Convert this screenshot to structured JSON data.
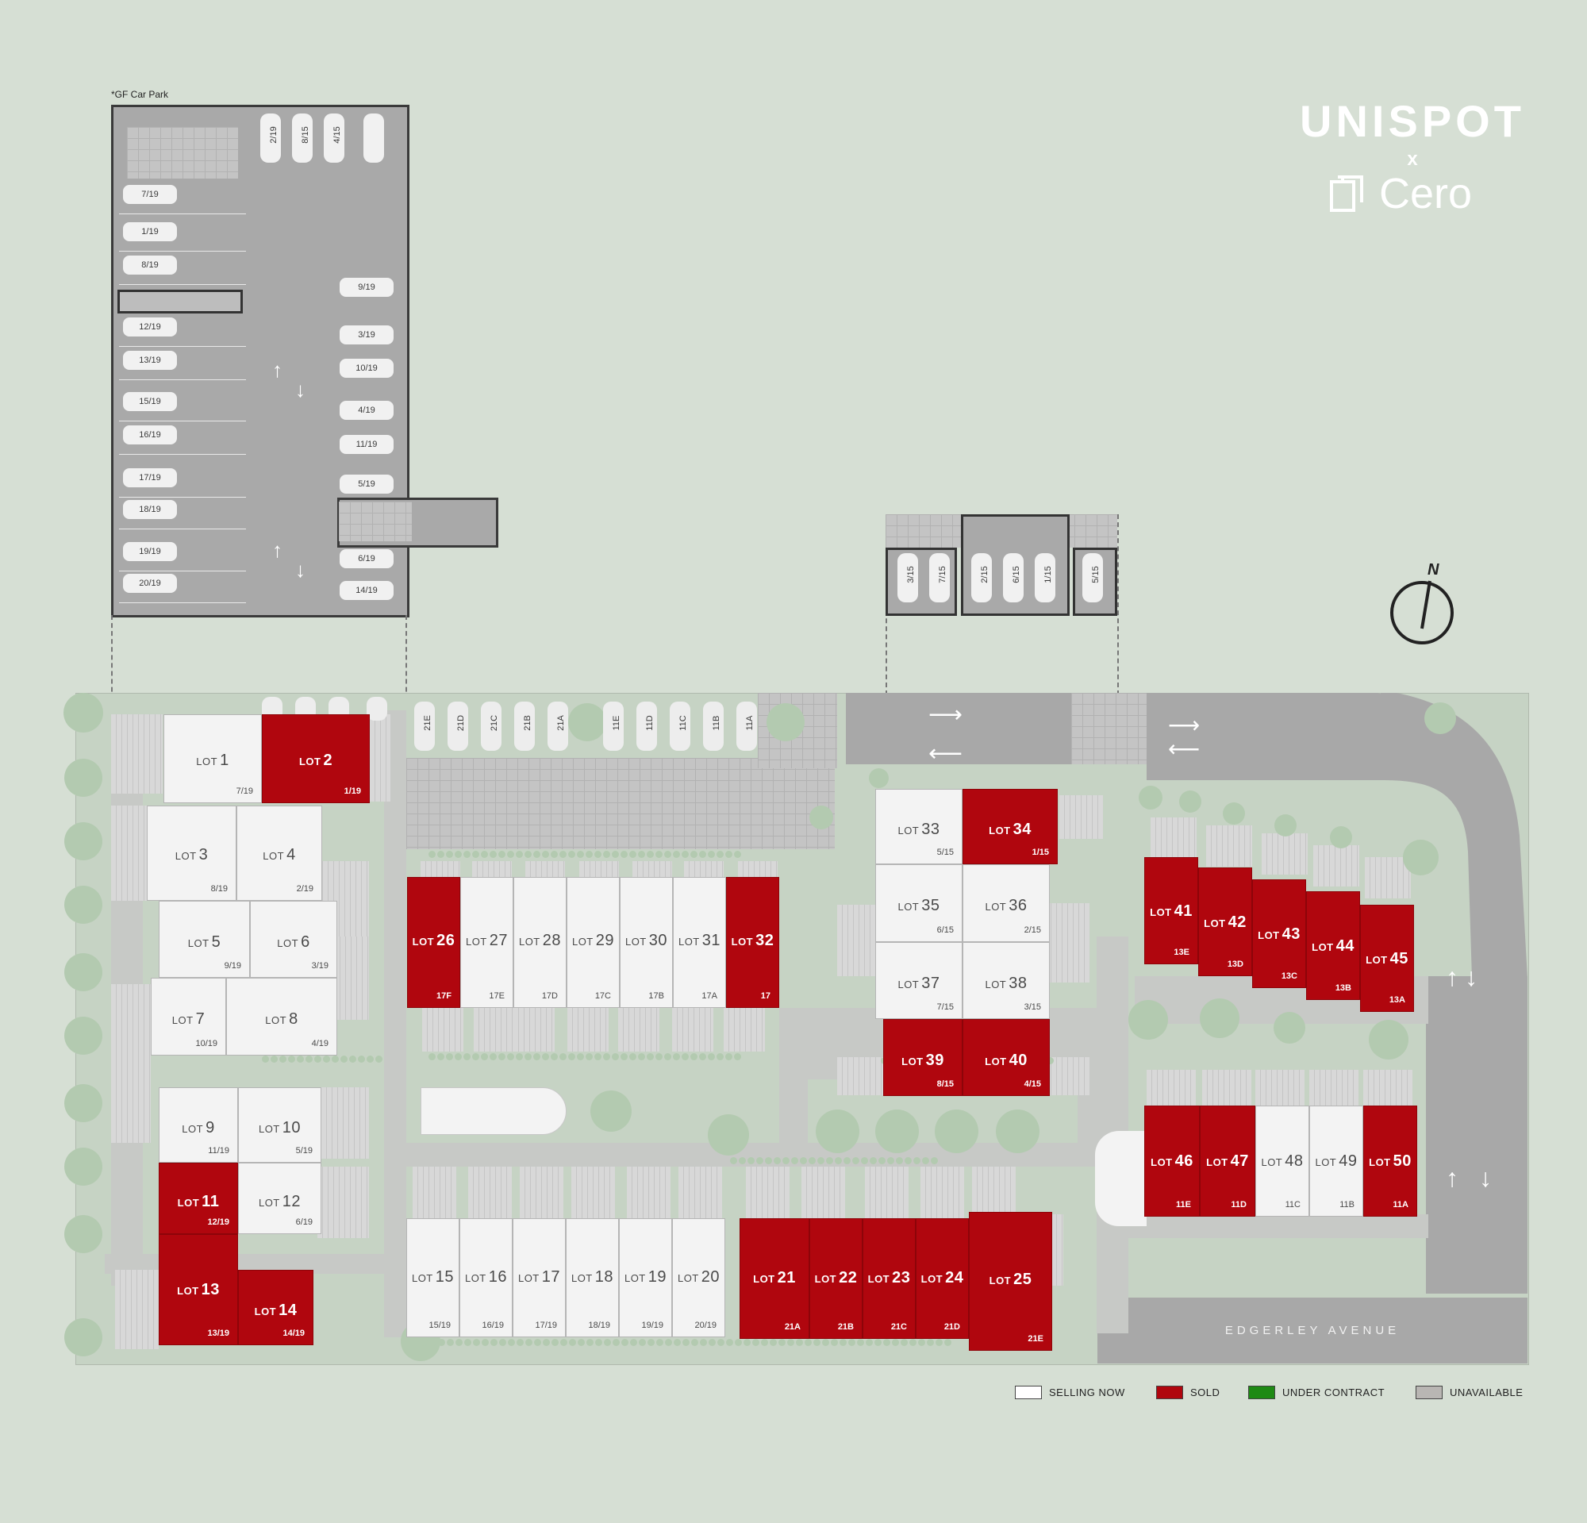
{
  "carpark_label": "*GF Car Park",
  "brand": {
    "name": "UNISPOT",
    "x": "x",
    "partner": "Cero"
  },
  "street": "EDGERLEY AVENUE",
  "north": "N",
  "legend": [
    {
      "label": "SELLING NOW",
      "color": "#ffffff"
    },
    {
      "label": "SOLD",
      "color": "#b0060e"
    },
    {
      "label": "UNDER CONTRACT",
      "color": "#1e8a14"
    },
    {
      "label": "UNAVAILABLE",
      "color": "#b9b6b3"
    }
  ],
  "colors": {
    "sold": "#b0060e",
    "selling": "#f3f3f3",
    "background": "#d6dfd4"
  },
  "lots": [
    {
      "name": "1",
      "sub": "7/19",
      "status": "selling"
    },
    {
      "name": "2",
      "sub": "1/19",
      "status": "sold"
    },
    {
      "name": "3",
      "sub": "8/19",
      "status": "selling"
    },
    {
      "name": "4",
      "sub": "2/19",
      "status": "selling"
    },
    {
      "name": "5",
      "sub": "9/19",
      "status": "selling"
    },
    {
      "name": "6",
      "sub": "3/19",
      "status": "selling"
    },
    {
      "name": "7",
      "sub": "10/19",
      "status": "selling"
    },
    {
      "name": "8",
      "sub": "4/19",
      "status": "selling"
    },
    {
      "name": "9",
      "sub": "11/19",
      "status": "selling"
    },
    {
      "name": "10",
      "sub": "5/19",
      "status": "selling"
    },
    {
      "name": "11",
      "sub": "12/19",
      "status": "sold"
    },
    {
      "name": "12",
      "sub": "6/19",
      "status": "selling"
    },
    {
      "name": "13",
      "sub": "13/19",
      "status": "sold"
    },
    {
      "name": "14",
      "sub": "14/19",
      "status": "sold"
    },
    {
      "name": "15",
      "sub": "15/19",
      "status": "selling"
    },
    {
      "name": "16",
      "sub": "16/19",
      "status": "selling"
    },
    {
      "name": "17",
      "sub": "17/19",
      "status": "selling"
    },
    {
      "name": "18",
      "sub": "18/19",
      "status": "selling"
    },
    {
      "name": "19",
      "sub": "19/19",
      "status": "selling"
    },
    {
      "name": "20",
      "sub": "20/19",
      "status": "selling"
    },
    {
      "name": "21",
      "sub": "21A",
      "status": "sold"
    },
    {
      "name": "22",
      "sub": "21B",
      "status": "sold"
    },
    {
      "name": "23",
      "sub": "21C",
      "status": "sold"
    },
    {
      "name": "24",
      "sub": "21D",
      "status": "sold"
    },
    {
      "name": "25",
      "sub": "21E",
      "status": "sold"
    },
    {
      "name": "26",
      "sub": "17F",
      "status": "sold"
    },
    {
      "name": "27",
      "sub": "17E",
      "status": "selling"
    },
    {
      "name": "28",
      "sub": "17D",
      "status": "selling"
    },
    {
      "name": "29",
      "sub": "17C",
      "status": "selling"
    },
    {
      "name": "30",
      "sub": "17B",
      "status": "selling"
    },
    {
      "name": "31",
      "sub": "17A",
      "status": "selling"
    },
    {
      "name": "32",
      "sub": "17",
      "status": "sold"
    },
    {
      "name": "33",
      "sub": "5/15",
      "status": "selling"
    },
    {
      "name": "34",
      "sub": "1/15",
      "status": "sold"
    },
    {
      "name": "35",
      "sub": "6/15",
      "status": "selling"
    },
    {
      "name": "36",
      "sub": "2/15",
      "status": "selling"
    },
    {
      "name": "37",
      "sub": "7/15",
      "status": "selling"
    },
    {
      "name": "38",
      "sub": "3/15",
      "status": "selling"
    },
    {
      "name": "39",
      "sub": "8/15",
      "status": "sold"
    },
    {
      "name": "40",
      "sub": "4/15",
      "status": "sold"
    },
    {
      "name": "41",
      "sub": "13E",
      "status": "sold"
    },
    {
      "name": "42",
      "sub": "13D",
      "status": "sold"
    },
    {
      "name": "43",
      "sub": "13C",
      "status": "sold"
    },
    {
      "name": "44",
      "sub": "13B",
      "status": "sold"
    },
    {
      "name": "45",
      "sub": "13A",
      "status": "sold"
    },
    {
      "name": "46",
      "sub": "11E",
      "status": "sold"
    },
    {
      "name": "47",
      "sub": "11D",
      "status": "sold"
    },
    {
      "name": "48",
      "sub": "11C",
      "status": "selling"
    },
    {
      "name": "49",
      "sub": "11B",
      "status": "selling"
    },
    {
      "name": "50",
      "sub": "11A",
      "status": "sold"
    }
  ],
  "lot_prefix": "LOT",
  "carpark_left_spaces": [
    "7/19",
    "1/19",
    "8/19",
    "12/19",
    "13/19",
    "15/19",
    "16/19",
    "17/19",
    "18/19",
    "19/19",
    "20/19"
  ],
  "carpark_right_spaces": [
    "9/19",
    "3/19",
    "10/19",
    "4/19",
    "11/19",
    "5/19",
    "6/19",
    "14/19"
  ],
  "carpark_top_spaces": [
    "2/19",
    "8/15",
    "4/15"
  ],
  "basement2_spaces": [
    "3/15",
    "7/15",
    "2/15",
    "6/15",
    "1/15",
    "5/15"
  ],
  "street_spaces": [
    "21E",
    "21D",
    "21C",
    "21B",
    "21A",
    "11E",
    "11D",
    "11C",
    "11B",
    "11A"
  ]
}
